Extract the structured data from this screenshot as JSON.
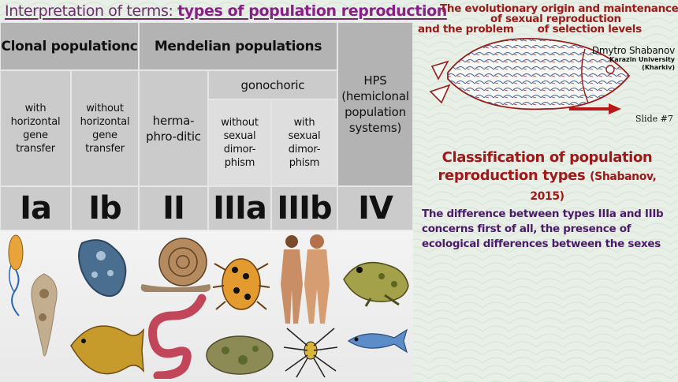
{
  "header": {
    "title_prefix": "Interpretation of terms: ",
    "title_bold": "types of population reproduction"
  },
  "table": {
    "clonal": "Clonal populationc",
    "mendelian": "Mendelian populations",
    "gonochoric": "gonochoric",
    "hps": "HPS (hemiclonal population systems)",
    "ia_desc": "with horizontal gene transfer",
    "ib_desc": "without horizontal gene transfer",
    "ii_desc": "herma-phro-ditic",
    "iiia_desc": "without sexual dimor-phism",
    "iiib_desc": "with sexual dimor-phism",
    "types": [
      "Ia",
      "Ib",
      "II",
      "IIIa",
      "IIIb",
      "IV"
    ]
  },
  "right": {
    "title_line1": "The evolutionary origin and maintenance",
    "title_line2": "of sexual reproduction",
    "title_line3_a": "and the problem",
    "title_line3_b": "of selection levels",
    "author": "Dmytro Shabanov",
    "university": "Karazin University",
    "city": "(Kharkiv)",
    "slide": "Slide #7",
    "classification_title": "Classification of population reproduction types",
    "citation": "(Shabanov, 2015)",
    "note": "The difference between types IIIa and IIIb concerns first of all, the presence of ecological differences between the sexes"
  },
  "colors": {
    "header_purple": "#8a1f8a",
    "right_title_red": "#9b1b1b",
    "note_purple": "#4b1a6b"
  },
  "icons": {
    "fish": "fish-logo-icon",
    "arrow": "red-arrow-icon"
  }
}
